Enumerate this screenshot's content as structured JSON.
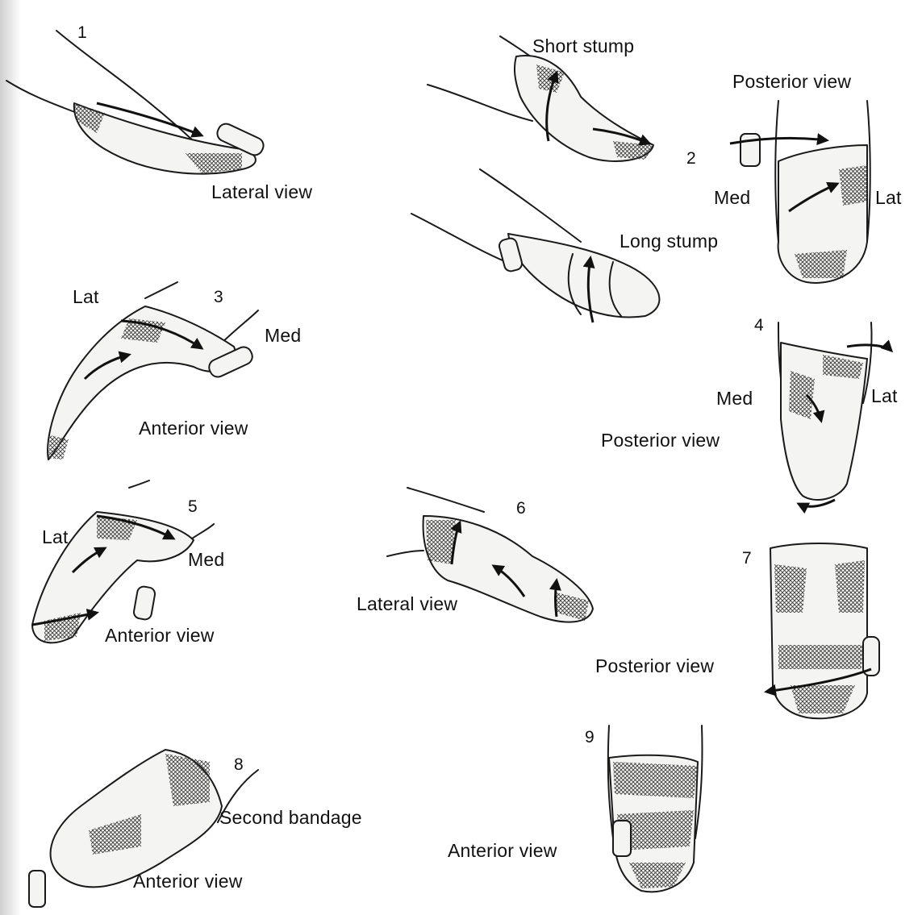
{
  "panels": [
    {
      "number": "1",
      "labels": [
        "Lateral view"
      ]
    },
    {
      "number": "2",
      "labels": [
        "Short stump",
        "Long stump",
        "Posterior view",
        "Med",
        "Lat"
      ]
    },
    {
      "number": "3",
      "labels": [
        "Lat",
        "Med",
        "Anterior view"
      ]
    },
    {
      "number": "4",
      "labels": [
        "Med",
        "Lat",
        "Posterior view"
      ]
    },
    {
      "number": "5",
      "labels": [
        "Lat",
        "Med",
        "Anterior view"
      ]
    },
    {
      "number": "6",
      "labels": [
        "Lateral view"
      ]
    },
    {
      "number": "7",
      "labels": [
        "Posterior view"
      ]
    },
    {
      "number": "8",
      "labels": [
        "Second bandage",
        "Anterior view"
      ]
    },
    {
      "number": "9",
      "labels": [
        "Anterior view"
      ]
    }
  ]
}
